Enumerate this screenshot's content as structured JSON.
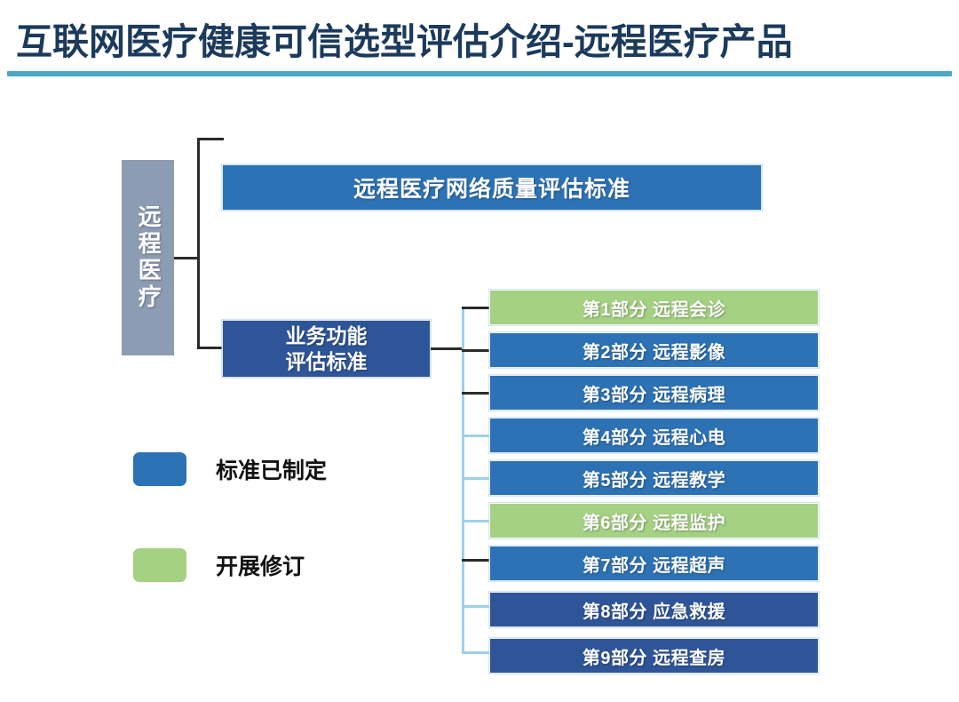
{
  "header": {
    "title": "互联网医疗健康可信选型评估介绍-远程医疗产品",
    "rule_color": "#4aa8c4",
    "title_color": "#1b3a5c"
  },
  "diagram": {
    "root": {
      "label": "远程医疗"
    },
    "branches": [
      {
        "label": "远程医疗网络质量评估标准",
        "color": "#2d72b5"
      },
      {
        "label": "业务功能\n评估标准",
        "line1": "业务功能",
        "line2": "评估标准",
        "color": "#2f5599"
      }
    ],
    "parts": [
      {
        "index": "第1部分",
        "name": "远程会诊",
        "label": "第1部分 远程会诊",
        "status": "开展修订",
        "color": "#a5d183"
      },
      {
        "index": "第2部分",
        "name": "远程影像",
        "label": "第2部分 远程影像",
        "status": "标准已制定",
        "color": "#2d72b5"
      },
      {
        "index": "第3部分",
        "name": "远程病理",
        "label": "第3部分 远程病理",
        "status": "标准已制定",
        "color": "#2d72b5"
      },
      {
        "index": "第4部分",
        "name": "远程心电",
        "label": "第4部分 远程心电",
        "status": "标准已制定",
        "color": "#2d72b5"
      },
      {
        "index": "第5部分",
        "name": "远程教学",
        "label": "第5部分 远程教学",
        "status": "标准已制定",
        "color": "#2d72b5"
      },
      {
        "index": "第6部分",
        "name": "远程监护",
        "label": "第6部分 远程监护",
        "status": "开展修订",
        "color": "#a5d183"
      },
      {
        "index": "第7部分",
        "name": "远程超声",
        "label": "第7部分 远程超声",
        "status": "标准已制定",
        "color": "#2d72b5"
      },
      {
        "index": "第8部分",
        "name": "应急救援",
        "label": "第8部分 应急救援",
        "status": "标准已制定",
        "color": "#2f5599"
      },
      {
        "index": "第9部分",
        "name": "远程查房",
        "label": "第9部分 远程查房",
        "status": "标准已制定",
        "color": "#2f5599"
      }
    ]
  },
  "legend": [
    {
      "label": "标准已制定",
      "color": "#2d72b5"
    },
    {
      "label": "开展修订",
      "color": "#a5d183"
    }
  ]
}
